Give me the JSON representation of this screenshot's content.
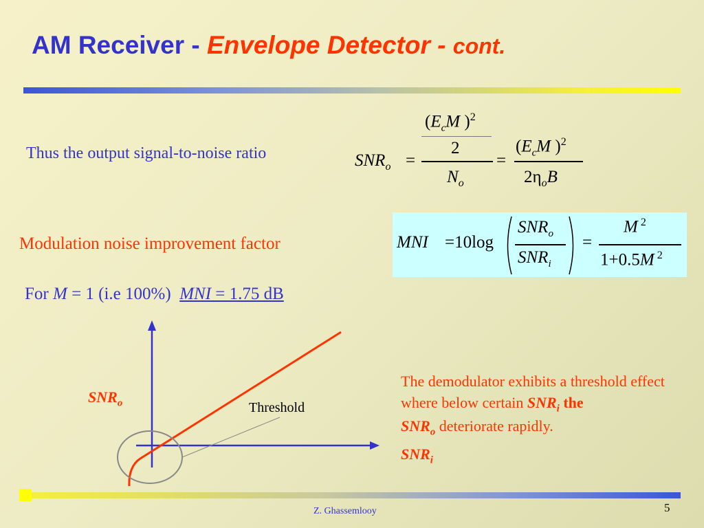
{
  "title": {
    "part1": "AM Receiver - ",
    "part2": "Envelope Detector - ",
    "part3": "cont."
  },
  "snr_line": {
    "label": "Thus the output signal-to-noise ratio"
  },
  "mni_line": {
    "label": "Modulation noise improvement factor"
  },
  "for_line": {
    "prefix": "For ",
    "m": "M",
    "cond": " = 1 (i.e 100%)",
    "mni": "MNI",
    "value": " = 1.75 dB"
  },
  "graph": {
    "y_label": "SNR",
    "y_sub": "o",
    "x_label": "SNR",
    "x_sub": "i",
    "threshold_label": "Threshold"
  },
  "description": {
    "text1": "The demodulator exhibits a threshold effect where below certain ",
    "snr_i": "SNR",
    "snr_i_sub": "i",
    "the": " the",
    "snr_o": "SNR",
    "snr_o_sub": "o",
    "text2": " deteriorate rapidly."
  },
  "footer": {
    "author": "Z. Ghassemlooy",
    "page": "5"
  },
  "colors": {
    "blue": "#3333cc",
    "red": "#ff3300",
    "accent_yellow": "#ffff00",
    "box_cyan": "#ccffff"
  }
}
